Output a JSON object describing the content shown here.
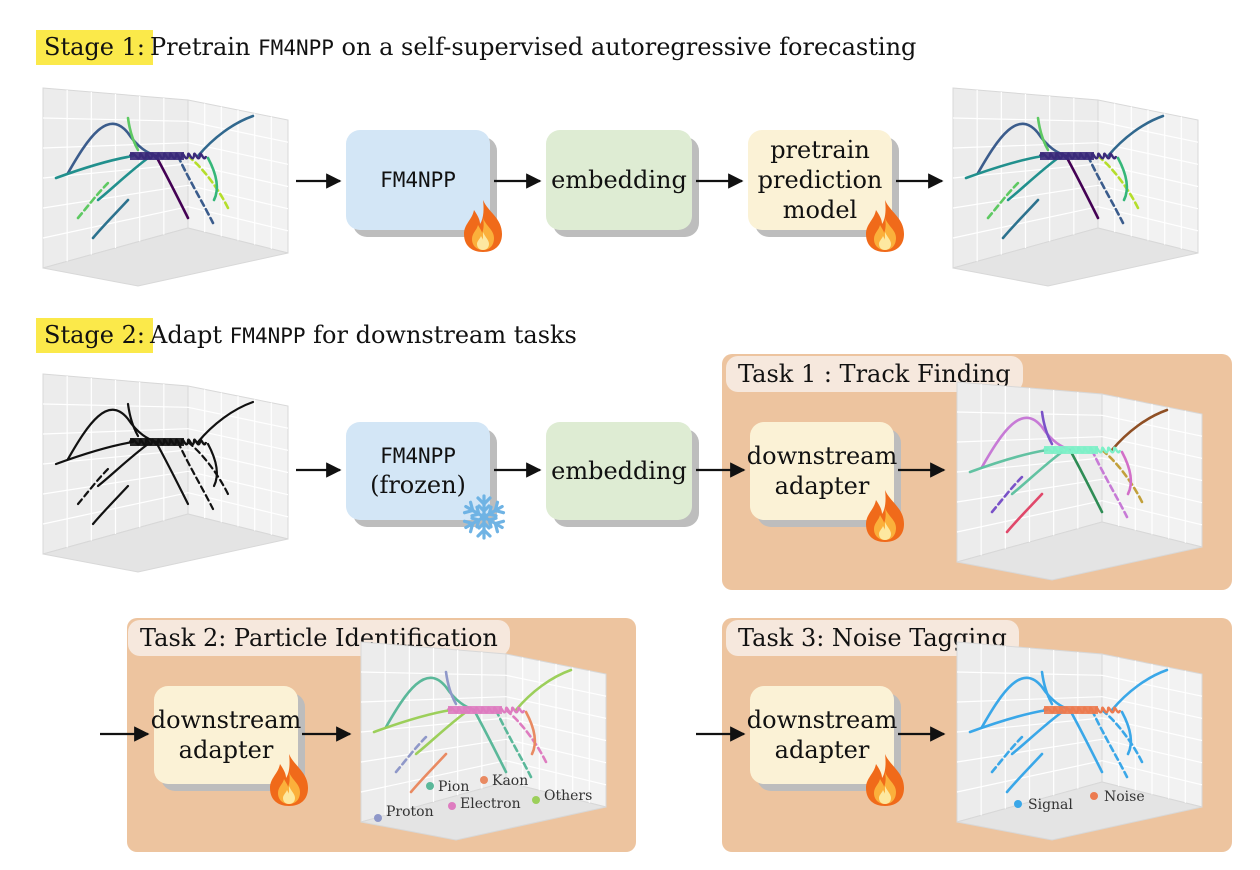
{
  "stage1": {
    "tag": "Stage 1:",
    "text_before": "Pretrain",
    "model": "FM4NPP",
    "text_after": "on a self-supervised autoregressive forecasting",
    "boxes": {
      "model": "FM4NPP",
      "embedding": "embedding",
      "pretrain_line1": "pretrain",
      "pretrain_line2": "prediction",
      "pretrain_line3": "model"
    }
  },
  "stage2": {
    "tag": "Stage 2:",
    "text_before": "Adapt",
    "model": "FM4NPP",
    "text_after": "for downstream tasks",
    "boxes": {
      "model": "FM4NPP",
      "frozen": "(frozen)",
      "embedding": "embedding"
    }
  },
  "tasks": {
    "task1": {
      "title": "Task 1 : Track Finding",
      "adapter_line1": "downstream",
      "adapter_line2": "adapter"
    },
    "task2": {
      "title": "Task 2: Particle Identification",
      "adapter_line1": "downstream",
      "adapter_line2": "adapter",
      "legend": [
        {
          "label": "Pion",
          "color": "#5bb89a"
        },
        {
          "label": "Kaon",
          "color": "#e98a62"
        },
        {
          "label": "Proton",
          "color": "#8f98c9"
        },
        {
          "label": "Electron",
          "color": "#de7cc0"
        },
        {
          "label": "Others",
          "color": "#9ccf5a"
        }
      ]
    },
    "task3": {
      "title": "Task 3: Noise Tagging",
      "adapter_line1": "downstream",
      "adapter_line2": "adapter",
      "legend": [
        {
          "label": "Signal",
          "color": "#3aa7e8"
        },
        {
          "label": "Noise",
          "color": "#ec7b50"
        }
      ]
    }
  },
  "icons": {
    "trainable": "fire-icon",
    "frozen": "snowflake-icon"
  },
  "colors": {
    "stage_highlight": "#fbe94a",
    "model_box": "#d3e6f6",
    "embedding_box": "#deecd3",
    "adapter_box": "#fbf2d6",
    "task_panel": "#edc49f"
  }
}
